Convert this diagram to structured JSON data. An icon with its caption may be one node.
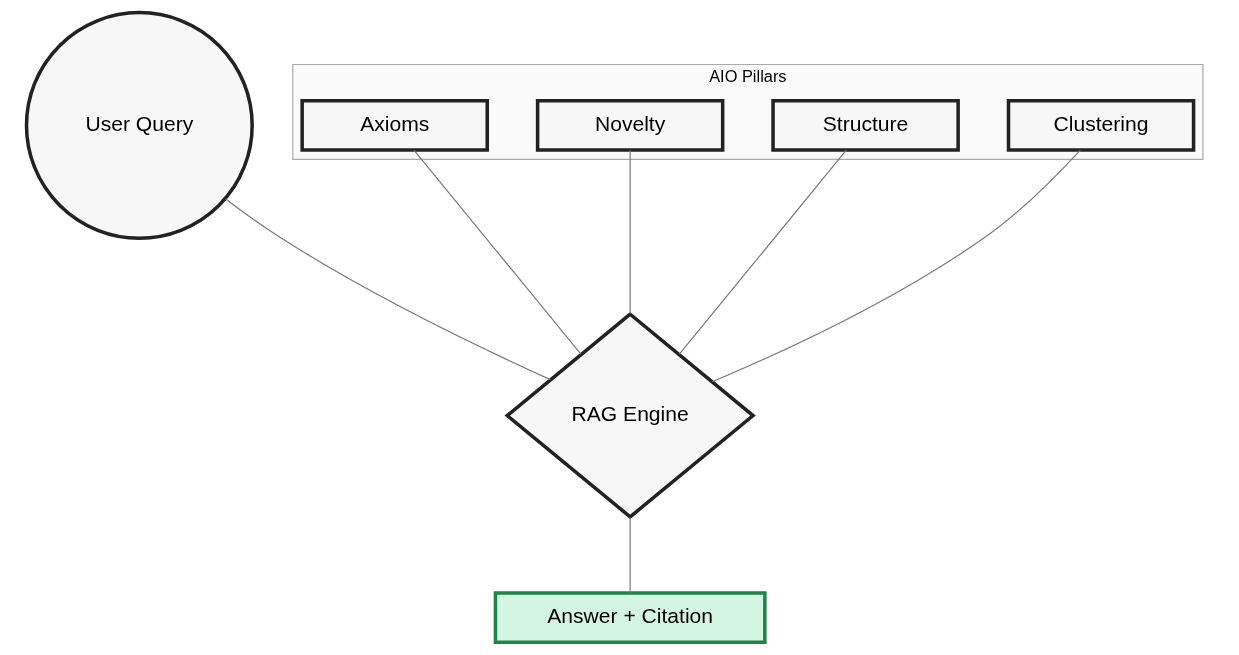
{
  "diagram": {
    "nodes": [
      {
        "text": [
          "User Query"
        ]
      },
      {
        "text": [
          "AIO Pillars"
        ]
      },
      {
        "text": [
          "Clustering"
        ],
        "in": 1
      },
      {
        "text": [
          "Structure"
        ],
        "in": 1
      },
      {
        "text": [
          "Novelty"
        ],
        "in": 1
      },
      {
        "text": [
          "Axioms"
        ],
        "in": 1
      },
      {
        "text": [
          "RAG Engine"
        ]
      },
      {
        "text": [
          "Answer + Citation"
        ]
      }
    ],
    "edges": [
      {
        "from": 0,
        "to": 6,
        "arrow": "none"
      },
      {
        "from": 2,
        "to": 6,
        "arrow": "none"
      },
      {
        "from": 3,
        "to": 6,
        "arrow": "none"
      },
      {
        "from": 4,
        "to": 6,
        "arrow": "none"
      },
      {
        "from": 5,
        "to": 6,
        "arrow": "none"
      },
      {
        "from": 6,
        "to": 7,
        "arrow": "none"
      }
    ]
  }
}
